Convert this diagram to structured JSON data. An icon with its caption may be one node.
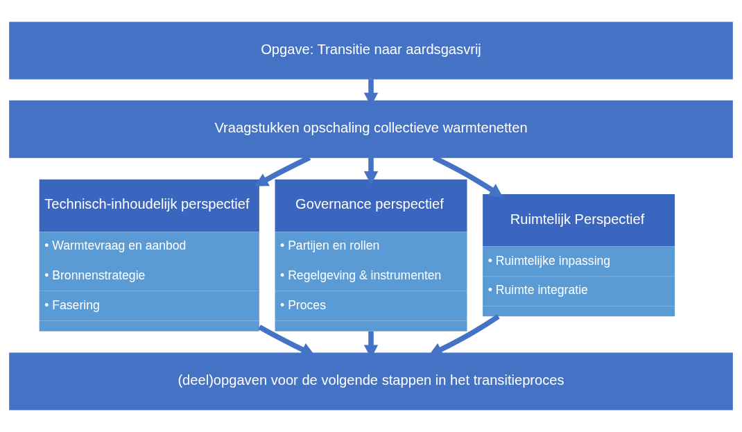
{
  "diagram": {
    "nodes": [
      {
        "text": [
          "Opgave: Transitie naar aardsgasvrij"
        ]
      },
      {
        "text": [
          "Vraagstukken opschaling collectieve warmtenetten"
        ]
      },
      {
        "text": [
          "Technisch-inhoudelijk perspectief",
          "• Warmtevraag en aanbod",
          "• Bronnenstrategie",
          "• Fasering"
        ]
      },
      {
        "text": [
          "Governance perspectief",
          "• Partijen en rollen",
          "• Regelgeving & instrumenten",
          "• Proces"
        ]
      },
      {
        "text": [
          "Ruimtelijk Perspectief",
          "• Ruimtelijke inpassing",
          "• Ruimte integratie"
        ]
      },
      {
        "text": [
          "(deel)opgaven voor de volgende stappen in het transitieproces"
        ]
      }
    ],
    "edges": [
      {
        "from": 0,
        "to": 1,
        "arrow": "to"
      },
      {
        "from": 1,
        "to": 2,
        "arrow": "to"
      },
      {
        "from": 1,
        "to": 3,
        "arrow": "to"
      },
      {
        "from": 1,
        "to": 4,
        "arrow": "to"
      },
      {
        "from": 2,
        "to": 5,
        "arrow": "to"
      },
      {
        "from": 3,
        "to": 5,
        "arrow": "to"
      },
      {
        "from": 4,
        "to": 5,
        "arrow": "to"
      }
    ]
  }
}
